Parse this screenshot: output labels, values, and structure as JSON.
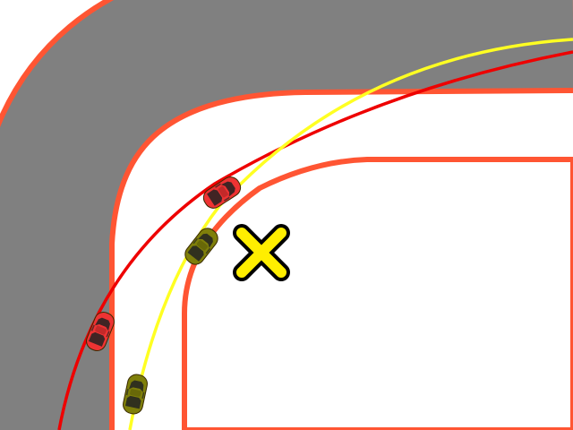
{
  "scene": {
    "background_color": "#ffffff",
    "track_color": "#808080",
    "track_edge_color": "#ff5533"
  },
  "racing_lines": [
    {
      "name": "red-racing-line",
      "color": "#ee0000"
    },
    {
      "name": "yellow-racing-line",
      "color": "#ffff22"
    }
  ],
  "cars": [
    {
      "name": "red-car-lead",
      "color": "#ee3333",
      "line": "red"
    },
    {
      "name": "red-car-trail",
      "color": "#ee3333",
      "line": "red"
    },
    {
      "name": "olive-car-lead",
      "color": "#7f7f0a",
      "line": "yellow"
    },
    {
      "name": "olive-car-trail",
      "color": "#7f7f0a",
      "line": "yellow"
    }
  ],
  "markers": [
    {
      "name": "collision-x-marker",
      "icon": "x-mark-icon",
      "color": "#ffee00"
    }
  ]
}
